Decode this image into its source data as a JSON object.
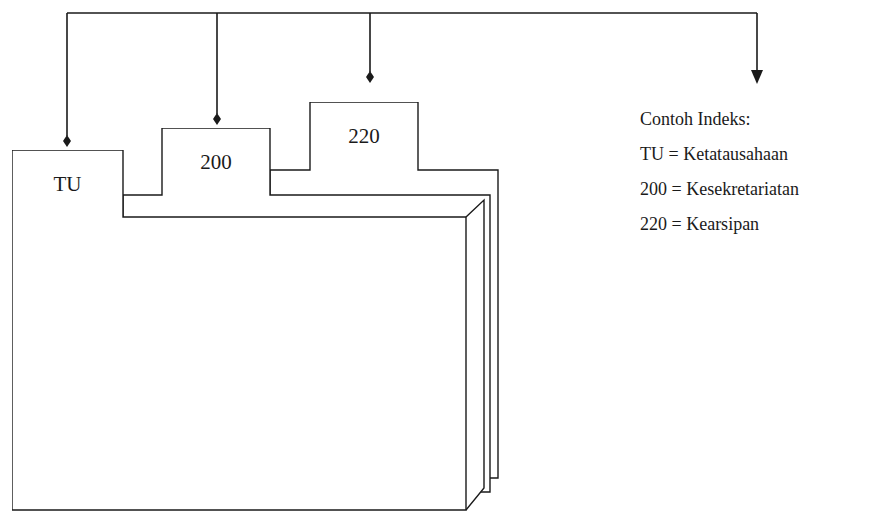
{
  "diagram": {
    "nodes": [
      {
        "text": [
          "TU"
        ]
      },
      {
        "text": [
          "200"
        ]
      },
      {
        "text": [
          "220"
        ]
      }
    ],
    "labels": [
      "Contoh Indeks:",
      "TU = Ketatausahaan",
      "200 = Kesekretariatan",
      "220 = Kearsipan"
    ]
  }
}
